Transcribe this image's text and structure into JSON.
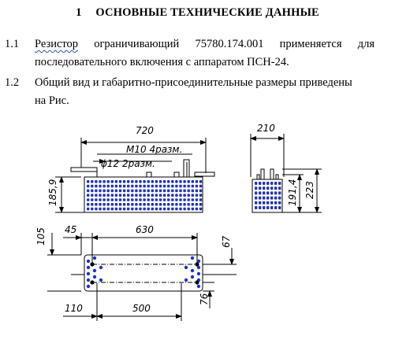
{
  "section": {
    "number": "1",
    "title": "ОСНОВНЫЕ ТЕХНИЧЕСКИЕ ДАННЫЕ"
  },
  "paragraphs": [
    {
      "number": "1.1",
      "line1": [
        "Резистор",
        "ограничивающий",
        "75780.174.001",
        "применяется",
        "для"
      ],
      "line2": "последовательного включения с аппаратом ПСН-24."
    },
    {
      "number": "1.2",
      "line1": "Общий вид и габаритно-присоединительные размеры приведены",
      "line2": "на Рис."
    }
  ],
  "drawing": {
    "front_width": "720",
    "hole_label": "M10 4разм.",
    "pipe_label": "ϕ12 2разм.",
    "front_height": "185,9",
    "side_width": "210",
    "side_inner_height": "191,4",
    "side_total_height": "223",
    "top_left_offset": "45",
    "top_hole_span": "630",
    "top_height": "105",
    "top_right_small": "67",
    "bottom_left_offset": "110",
    "bottom_span": "500",
    "bottom_right": "76"
  },
  "colors": {
    "line": "#000000",
    "vent": "#2233bb",
    "wavy": "#2a4fbf"
  }
}
